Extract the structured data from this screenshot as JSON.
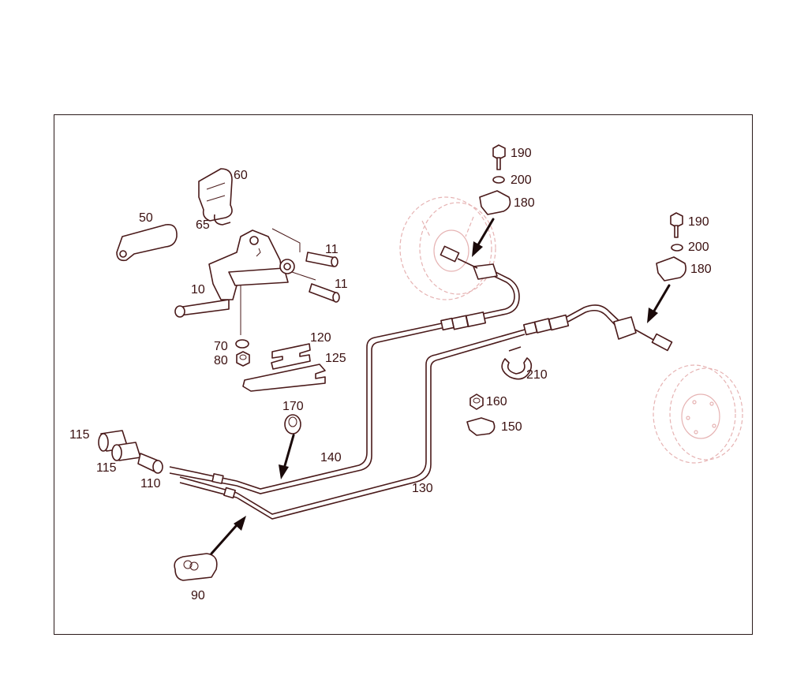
{
  "diagram": {
    "callouts": {
      "p10": "10",
      "p11a": "11",
      "p11b": "11",
      "p50": "50",
      "p60": "60",
      "p65": "65",
      "p70": "70",
      "p80": "80",
      "p90": "90",
      "p110": "110",
      "p115a": "115",
      "p115b": "115",
      "p120": "120",
      "p125": "125",
      "p130": "130",
      "p140": "140",
      "p150": "150",
      "p160": "160",
      "p170": "170",
      "p180a": "180",
      "p180b": "180",
      "p190a": "190",
      "p190b": "190",
      "p200a": "200",
      "p200b": "200",
      "p210": "210"
    },
    "colors": {
      "frame": "#2a1a1a",
      "line": "#4a1a1a",
      "ghost": "#e6b3b3",
      "label": "#3a1010"
    }
  }
}
